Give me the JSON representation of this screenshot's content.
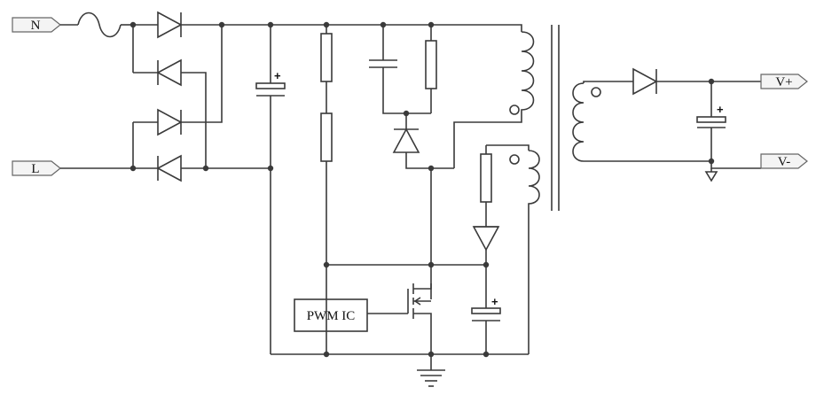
{
  "ports": {
    "n": "N",
    "l": "L",
    "vplus": "V+",
    "vminus": "V-"
  },
  "ic": {
    "label": "PWM IC"
  },
  "polarity": {
    "plus": "+"
  }
}
